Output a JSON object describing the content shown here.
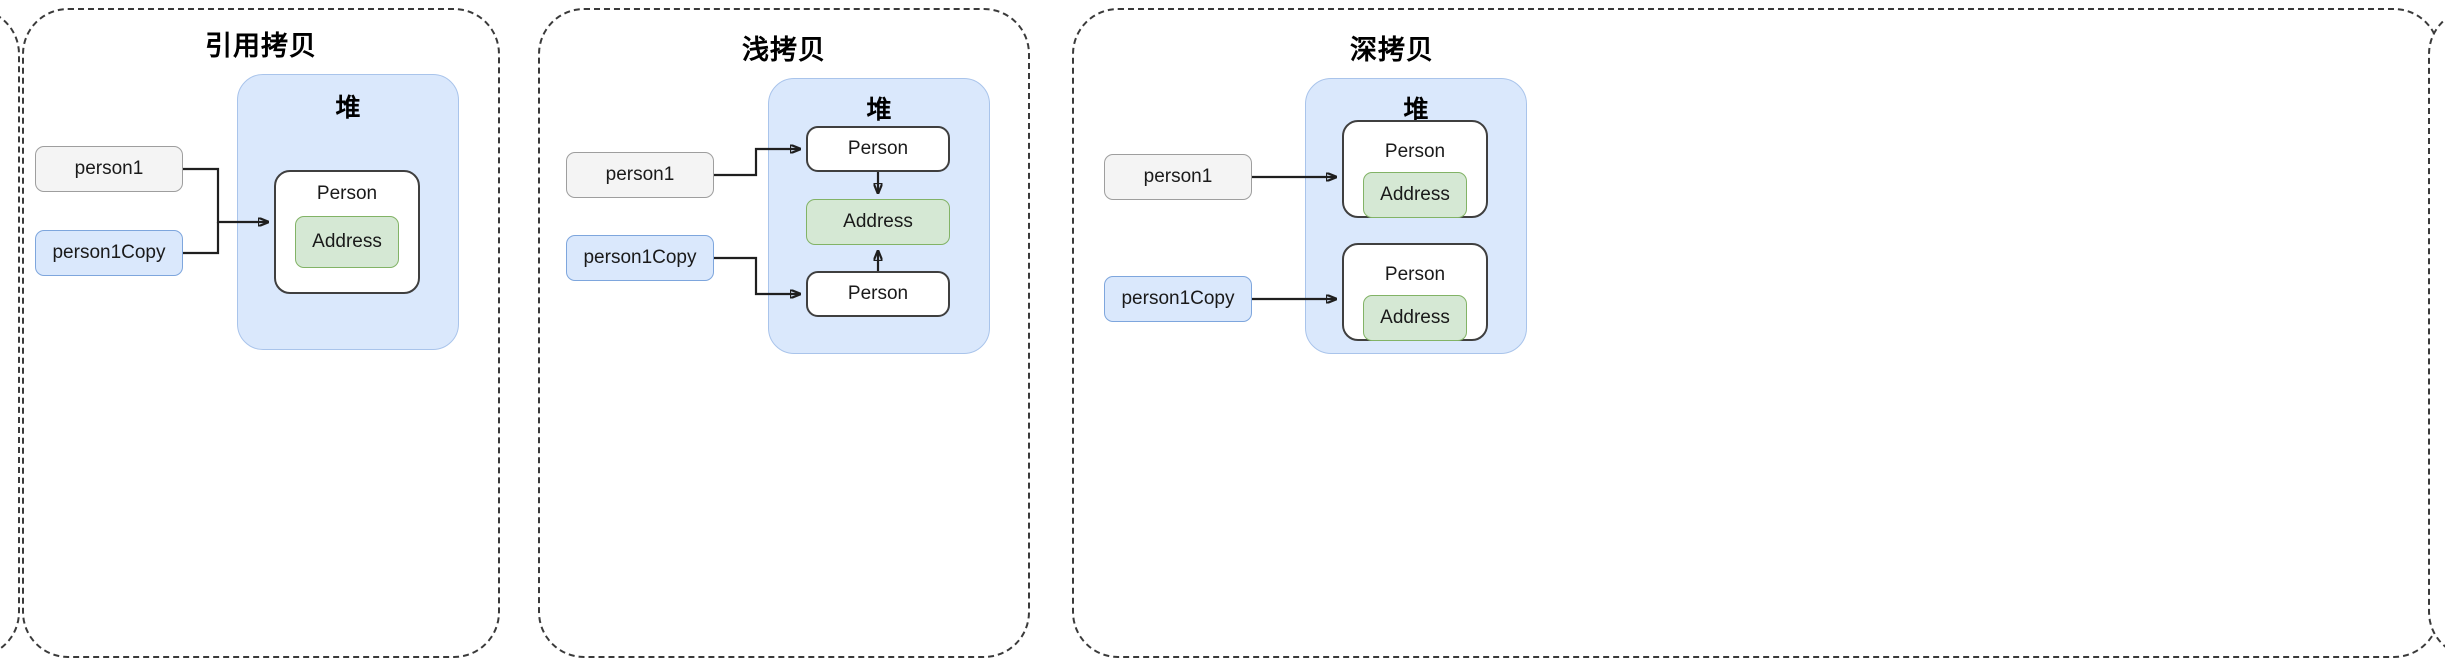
{
  "diagram": {
    "panels": [
      {
        "id": "reference-copy",
        "title": "引用拷贝",
        "heap_label": "堆",
        "variables": [
          {
            "name": "person1",
            "style": "gray"
          },
          {
            "name": "person1Copy",
            "style": "blue"
          }
        ],
        "objects": [
          {
            "label": "Person",
            "child": "Address"
          }
        ]
      },
      {
        "id": "shallow-copy",
        "title": "浅拷贝",
        "heap_label": "堆",
        "variables": [
          {
            "name": "person1",
            "style": "gray"
          },
          {
            "name": "person1Copy",
            "style": "blue"
          }
        ],
        "objects": [
          {
            "label": "Person"
          },
          {
            "label": "Address"
          },
          {
            "label": "Person"
          }
        ]
      },
      {
        "id": "deep-copy",
        "title": "深拷贝",
        "heap_label": "堆",
        "variables": [
          {
            "name": "person1",
            "style": "gray"
          },
          {
            "name": "person1Copy",
            "style": "blue"
          }
        ],
        "objects": [
          {
            "label": "Person",
            "child": "Address"
          },
          {
            "label": "Person",
            "child": "Address"
          }
        ]
      }
    ],
    "colors": {
      "heap_fill": "#dae8fc",
      "heap_stroke": "#a9c4eb",
      "var_gray_fill": "#f4f4f4",
      "var_gray_stroke": "#9e9e9e",
      "var_blue_fill": "#dae8fc",
      "var_blue_stroke": "#7ea6dd",
      "address_fill": "#d5e8d4",
      "address_stroke": "#82b366",
      "object_stroke": "#3f3f3f",
      "panel_border": "#3a3a3a",
      "connector": "#1f1f1f"
    }
  }
}
